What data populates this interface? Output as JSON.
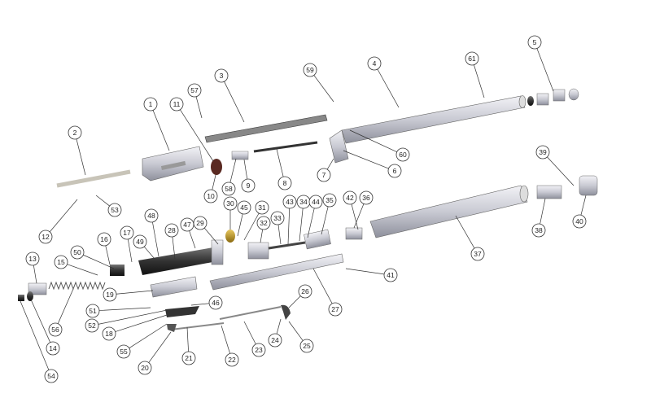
{
  "diagram": {
    "type": "exploded-parts-view",
    "callouts": [
      "1",
      "2",
      "3",
      "4",
      "5",
      "61",
      "59",
      "57",
      "11",
      "60",
      "6",
      "7",
      "8",
      "9",
      "58",
      "10",
      "30",
      "45",
      "31",
      "43",
      "34",
      "44",
      "35",
      "42",
      "36",
      "39",
      "40",
      "38",
      "37",
      "41",
      "27",
      "26",
      "25",
      "24",
      "23",
      "22",
      "21",
      "20",
      "55",
      "18",
      "52",
      "51",
      "19",
      "46",
      "56",
      "14",
      "54",
      "13",
      "15",
      "50",
      "16",
      "17",
      "49",
      "48",
      "28",
      "47",
      "29",
      "33",
      "32",
      "12",
      "53"
    ]
  }
}
